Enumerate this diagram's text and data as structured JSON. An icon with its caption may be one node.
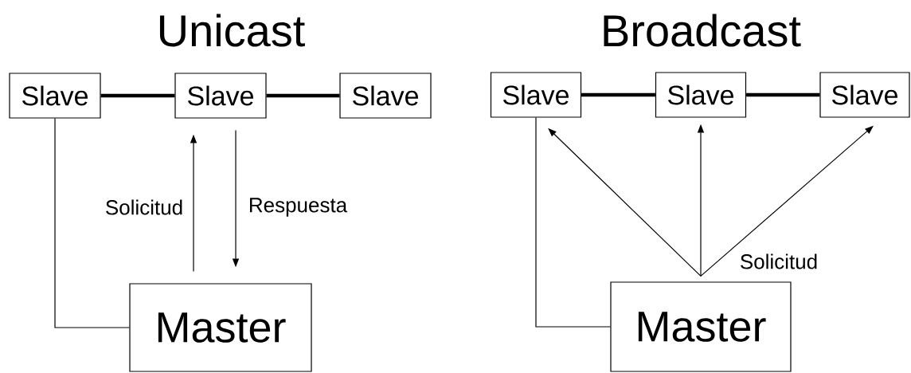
{
  "diagram": {
    "nodes": [
      {
        "text": [
          "Slave"
        ]
      },
      {
        "text": [
          "Slave"
        ]
      },
      {
        "text": [
          "Slave"
        ]
      },
      {
        "text": [
          "Master"
        ]
      },
      {
        "text": [
          "Slave"
        ]
      },
      {
        "text": [
          "Slave"
        ]
      },
      {
        "text": [
          "Slave"
        ]
      },
      {
        "text": [
          "Master"
        ]
      }
    ],
    "edges": [
      {
        "from": 0,
        "to": 1,
        "arrow": "none",
        "style": "thick"
      },
      {
        "from": 1,
        "to": 2,
        "arrow": "none",
        "style": "thick"
      },
      {
        "from": 0,
        "to": 3,
        "arrow": "none"
      },
      {
        "from": 3,
        "to": 1,
        "arrow": "to",
        "label": "Solicitud"
      },
      {
        "from": 1,
        "to": 3,
        "arrow": "to",
        "label": "Respuesta"
      },
      {
        "from": 4,
        "to": 5,
        "arrow": "none",
        "style": "thick"
      },
      {
        "from": 5,
        "to": 6,
        "arrow": "none",
        "style": "thick"
      },
      {
        "from": 4,
        "to": 7,
        "arrow": "none"
      },
      {
        "from": 7,
        "to": 4,
        "arrow": "to"
      },
      {
        "from": 7,
        "to": 5,
        "arrow": "to"
      },
      {
        "from": 7,
        "to": 6,
        "arrow": "to",
        "label": "Solicitud"
      }
    ],
    "labels": [
      "Unicast",
      "Broadcast"
    ]
  }
}
